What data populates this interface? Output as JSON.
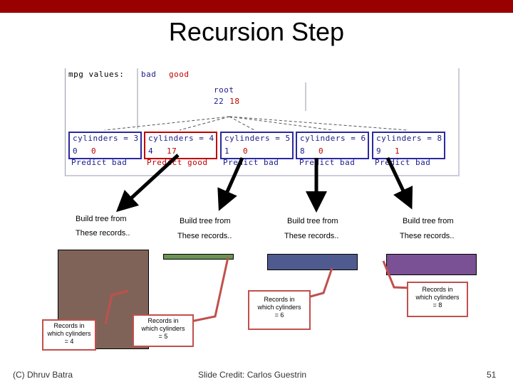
{
  "slide": {
    "title": "Recursion Step",
    "footer_left": "(C) Dhruv Batra",
    "footer_center": "Slide Credit: Carlos Guestrin",
    "page_number": "51"
  },
  "tree": {
    "mpg_label": "mpg values:",
    "bad_label": "bad",
    "good_label": "good",
    "root_label": "root",
    "root_bad": "22",
    "root_good": "18",
    "nodes": [
      {
        "label": "cylinders = 3",
        "bad": "0",
        "good": "0",
        "prediction": "Predict bad"
      },
      {
        "label": "cylinders = 4",
        "bad": "4",
        "good": "17",
        "prediction": "Predict good"
      },
      {
        "label": "cylinders = 5",
        "bad": "1",
        "good": "0",
        "prediction": "Predict bad"
      },
      {
        "label": "cylinders = 6",
        "bad": "8",
        "good": "0",
        "prediction": "Predict bad"
      },
      {
        "label": "cylinders = 8",
        "bad": "9",
        "good": "1",
        "prediction": "Predict bad"
      }
    ]
  },
  "build": [
    {
      "line1": "Build tree from",
      "line2": "These records.."
    },
    {
      "line1": "Build tree from",
      "line2": "These records.."
    },
    {
      "line1": "Build tree from",
      "line2": "These records.."
    },
    {
      "line1": "Build tree from",
      "line2": "These records.."
    }
  ],
  "callouts": [
    {
      "line1": "Records in",
      "line2": "which cylinders",
      "line3": "= 4"
    },
    {
      "line1": "Records in",
      "line2": "which cylinders",
      "line3": "= 5"
    },
    {
      "line1": "Records in",
      "line2": "which cylinders",
      "line3": "= 6"
    },
    {
      "line1": "Records in",
      "line2": "which cylinders",
      "line3": "= 8"
    }
  ],
  "colors": {
    "header_bar": "#990000",
    "bad": "#1a1a8c",
    "good": "#c00000",
    "box_cyl4": "#806358",
    "box_cyl5": "#6a9454",
    "box_cyl6": "#4f5b8e",
    "box_cyl8": "#7a5194",
    "callout_border": "#c0504d"
  }
}
